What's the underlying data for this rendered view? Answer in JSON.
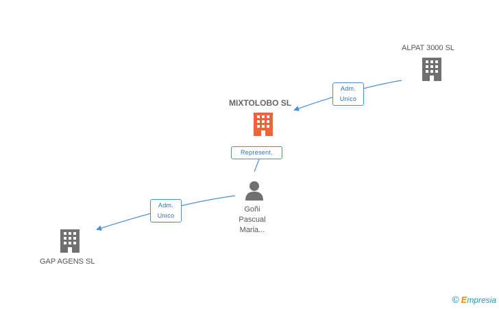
{
  "colors": {
    "edge": "#4a8fd6",
    "company_gray": "#707070",
    "company_main": "#f0643a",
    "person_gray": "#707070",
    "brand_teal": "#1a9bb0",
    "brand_orange": "#f08a1a"
  },
  "nodes": {
    "alpat": {
      "label": "ALPAT 3000 SL",
      "icon": "building-icon"
    },
    "mixtolobo": {
      "label": "MIXTOLOBO SL",
      "icon": "building-icon"
    },
    "gap": {
      "label": "GAP AGENS SL",
      "icon": "building-icon"
    },
    "person": {
      "line1": "Goñi",
      "line2": "Pascual",
      "line3": "Maria...",
      "icon": "person-icon"
    }
  },
  "edges": {
    "alpat_to_mixtolobo": {
      "line1": "Adm.",
      "line2": "Unico"
    },
    "person_to_mixtolobo": {
      "line1": "Represent."
    },
    "person_to_gap": {
      "line1": "Adm.",
      "line2": "Unico"
    }
  },
  "footer": {
    "copyright": "©",
    "brand_initial": "E",
    "brand_rest": "mpresia"
  }
}
